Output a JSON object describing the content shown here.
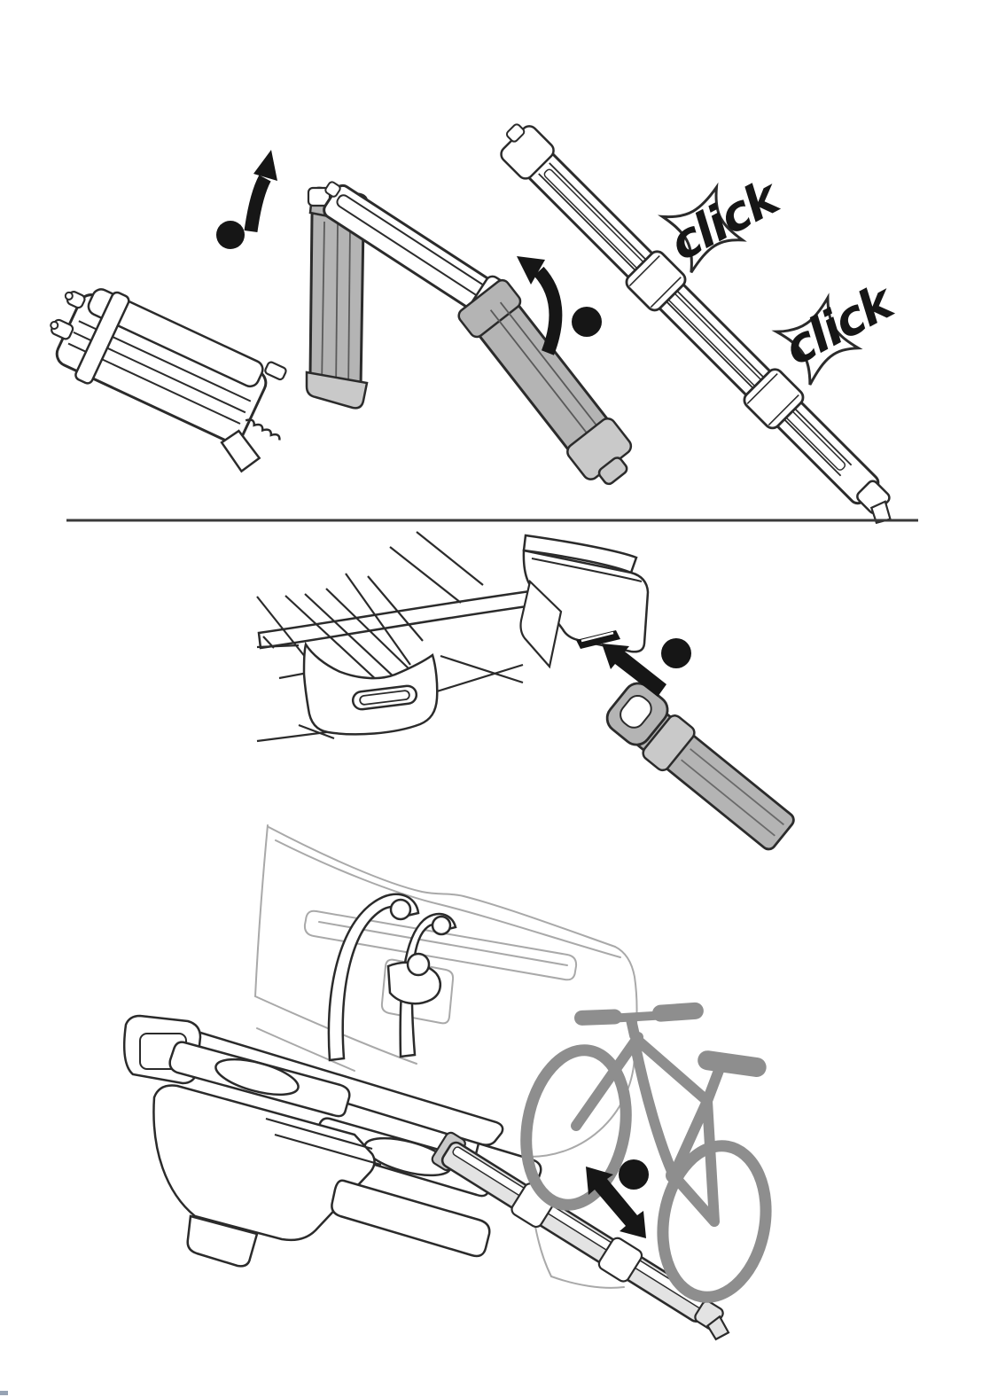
{
  "page": {
    "kind": "bike-carrier loading-ramp instruction figure",
    "background": "#ffffff"
  },
  "annotations": {
    "click_label_1": "click",
    "click_label_2": "click"
  },
  "icons": {
    "step_marker": "●",
    "click_burst": "✳",
    "rotate_arrow": "curved-arrow",
    "insert_arrow": "➔",
    "roll_arrow": "⇵"
  },
  "colors": {
    "ink": "#161616",
    "outline": "#2b2b2b",
    "part_gray": "#b4b4b4",
    "part_gray_light": "#c9c9c9",
    "ramp_light": "#e3e3e3",
    "bike_gray": "#8e8e8e",
    "car_line": "#a9a9a9",
    "divider": "#3a3a3a",
    "paper": "#ffffff"
  }
}
